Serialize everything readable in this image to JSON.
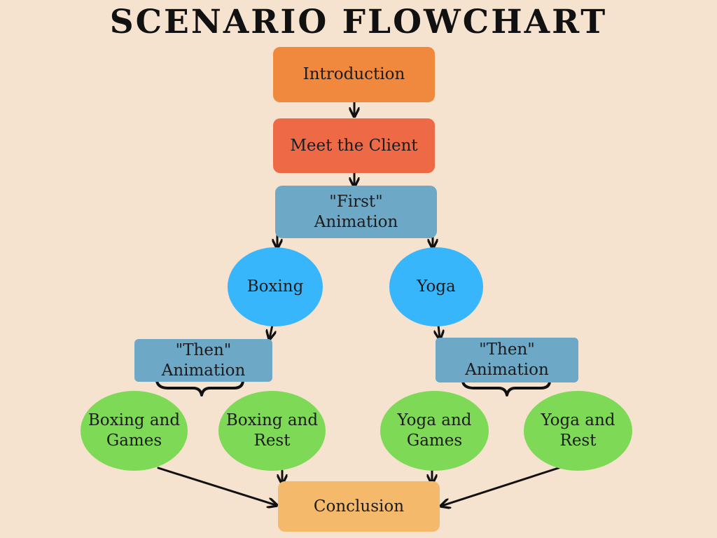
{
  "title": "SCENARIO FLOWCHART",
  "nodes": {
    "introduction": "Introduction",
    "meet_client": "Meet the Client",
    "first_animation": "\"First\" Animation",
    "boxing": "Boxing",
    "yoga": "Yoga",
    "then_animation_left": "\"Then\" Animation",
    "then_animation_right": "\"Then\" Animation",
    "boxing_games": "Boxing and Games",
    "boxing_rest": "Boxing and Rest",
    "yoga_games": "Yoga and Games",
    "yoga_rest": "Yoga and Rest",
    "conclusion": "Conclusion"
  },
  "colors": {
    "background": "#f5e3d0",
    "introduction": "#f0883e",
    "meet_client": "#ee6a47",
    "animation": "#6da8c6",
    "activity": "#38b6fc",
    "combo": "#7ed957",
    "conclusion": "#f5b96c"
  }
}
